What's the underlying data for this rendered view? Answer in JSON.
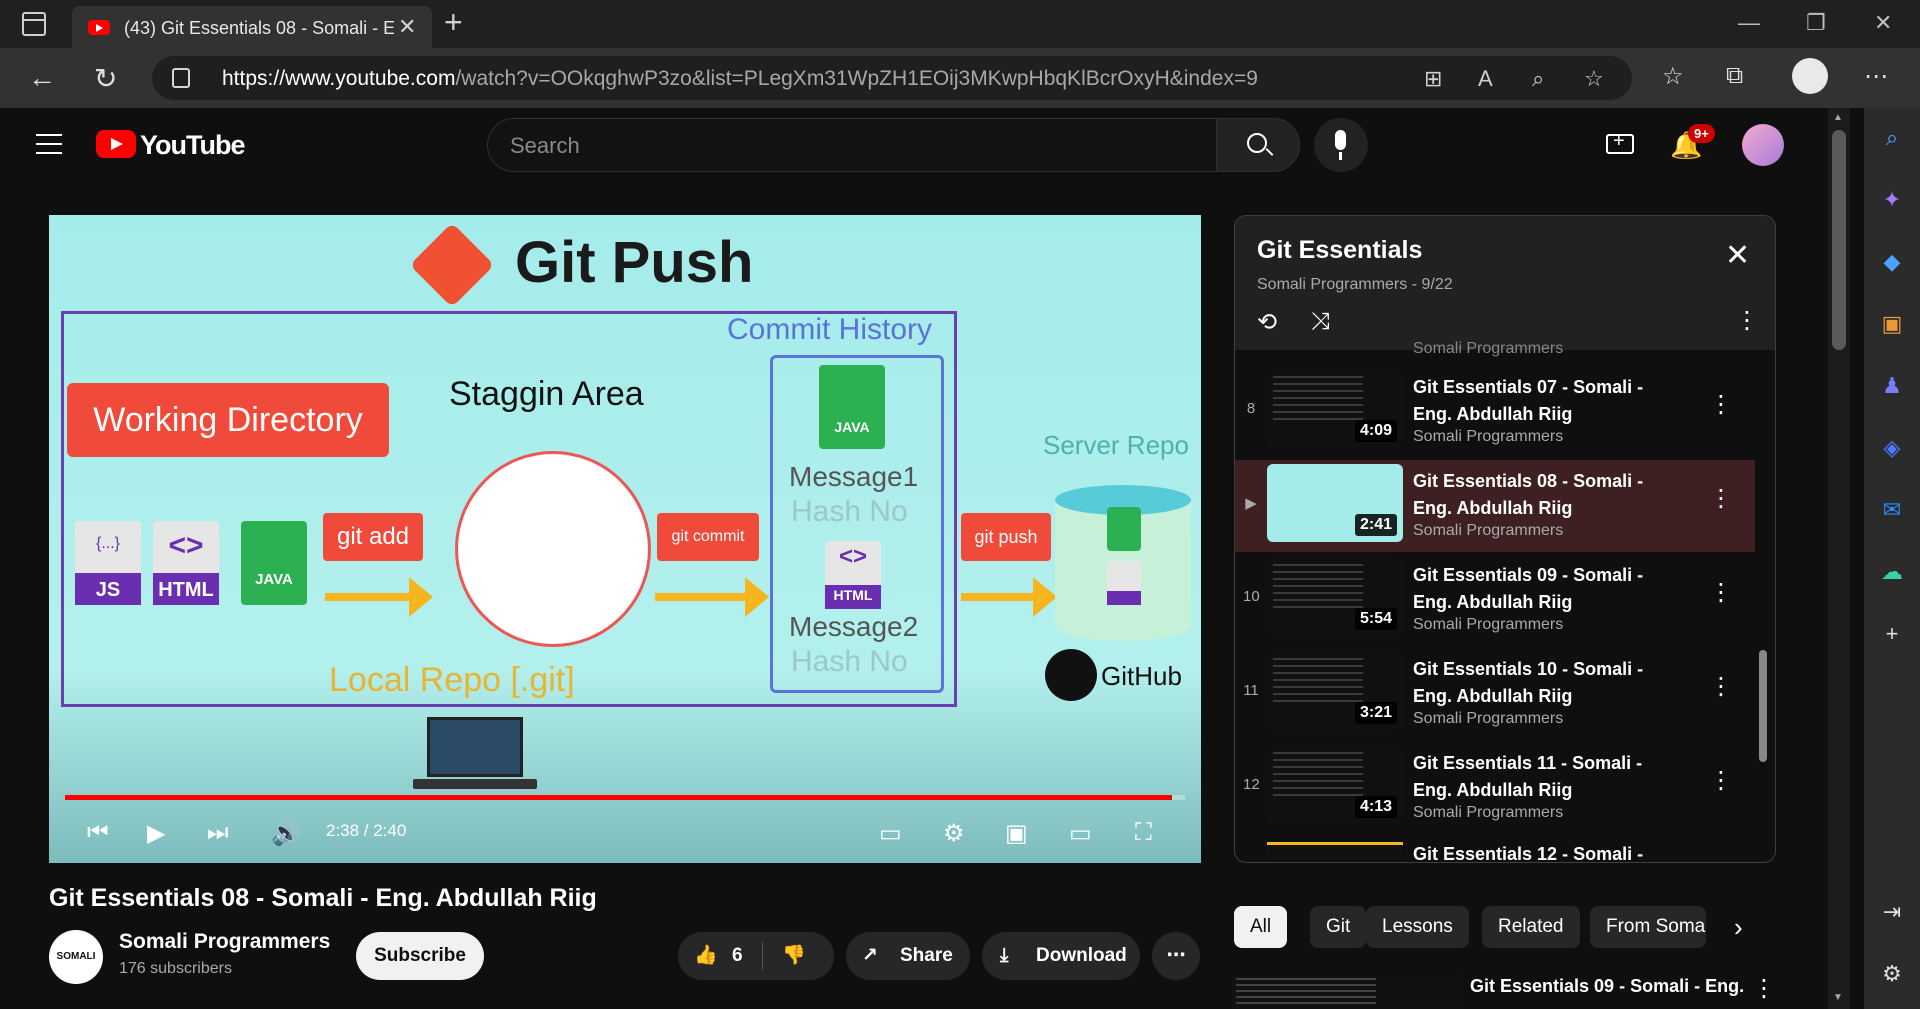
{
  "browser": {
    "tab_title": "(43) Git Essentials 08 - Somali - E",
    "url_domain": "https://www.youtube.com",
    "url_path": "/watch?v=OOkqghwP3zo&list=PLegXm31WpZH1EOij3MKwpHbqKlBcrOxyH&index=9"
  },
  "youtube": {
    "logo_text": "YouTube",
    "search_placeholder": "Search",
    "notifications_badge": "9+"
  },
  "slide": {
    "title": "Git Push",
    "working_directory": "Working Directory",
    "staging_area": "Staggin Area",
    "commit_history": "Commit History",
    "server_repo": "Server Repo",
    "git_add": "git add",
    "git_commit": "git commit",
    "git_push": "git push",
    "message1": "Message1",
    "hash1": "Hash No",
    "message2": "Message2",
    "hash2": "Hash No",
    "local_repo": "Local Repo [.git]",
    "github": "GitHub",
    "file_js": "JS",
    "file_js_braces": "{...}",
    "file_html": "HTML",
    "file_java": "JAVA"
  },
  "player": {
    "time": "2:38 / 2:40",
    "progress": 0.988
  },
  "playlist": {
    "title": "Git Essentials",
    "subtitle": "Somali Programmers - 9/22",
    "top_partial_channel": "Somali Programmers",
    "items": [
      {
        "num": "8",
        "title": "Git Essentials 07 - Somali - Eng. Abdullah Riig",
        "channel": "Somali Programmers",
        "duration": "4:09"
      },
      {
        "num": "▶",
        "title": "Git Essentials 08 - Somali - Eng. Abdullah Riig",
        "channel": "Somali Programmers",
        "duration": "2:41"
      },
      {
        "num": "10",
        "title": "Git Essentials 09 - Somali - Eng. Abdullah Riig",
        "channel": "Somali Programmers",
        "duration": "5:54"
      },
      {
        "num": "11",
        "title": "Git Essentials 10 - Somali - Eng. Abdullah Riig",
        "channel": "Somali Programmers",
        "duration": "3:21"
      },
      {
        "num": "12",
        "title": "Git Essentials 11 - Somali - Eng. Abdullah Riig",
        "channel": "Somali Programmers",
        "duration": "4:13"
      }
    ],
    "bottom_partial_title": "Git Essentials 12 - Somali -"
  },
  "video": {
    "title": "Git Essentials 08 - Somali - Eng. Abdullah Riig",
    "channel": "Somali Programmers",
    "channel_avatar_text": "SOMALI",
    "subscribers": "176 subscribers",
    "subscribe_label": "Subscribe",
    "likes": "6",
    "share_label": "Share",
    "download_label": "Download"
  },
  "chips": [
    "All",
    "Git",
    "Lessons",
    "Related",
    "From Soma"
  ],
  "next_up": {
    "title": "Git Essentials 09 - Somali - Eng."
  },
  "colors": {
    "youtube_red": "#ff0000",
    "background": "#0f0f0f",
    "active_playlist_row": "#3e1f22"
  }
}
